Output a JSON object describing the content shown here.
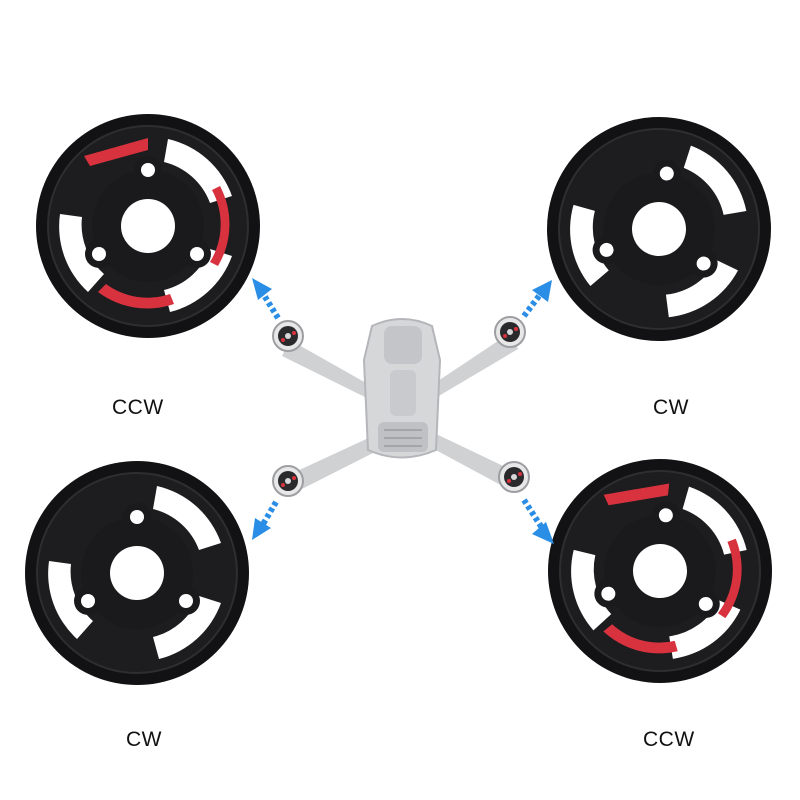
{
  "labels": {
    "top_left": "CCW",
    "top_right": "CW",
    "bottom_left": "CW",
    "bottom_right": "CCW"
  },
  "colors": {
    "guard_body": "#1d1d1f",
    "guard_rim": "#121214",
    "red_stripe": "#d8323f",
    "arrow": "#2a8ee6",
    "drone_body": "#cfd0d2",
    "drone_shadow": "#a9abae"
  },
  "icons": {
    "guard": "propeller-guard-icon",
    "drone": "drone-icon",
    "arrow": "dotted-arrow-icon"
  }
}
